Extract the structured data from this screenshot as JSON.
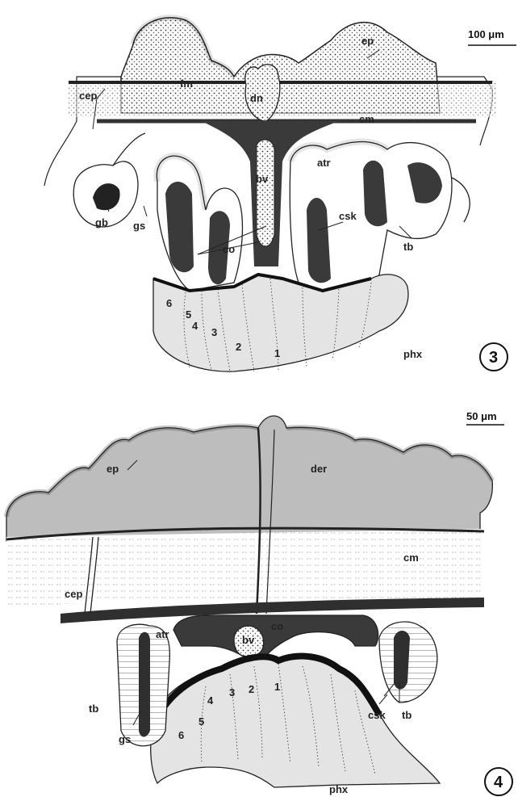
{
  "figure3": {
    "number": "3",
    "scale_bar": "100 μm",
    "labels": {
      "ep": "ep",
      "fm": "fm",
      "dn": "dn",
      "cep": "cep",
      "cm": "cm",
      "bv": "bv",
      "atr": "atr",
      "gb": "gb",
      "gs": "gs",
      "co": "co",
      "csk": "csk",
      "tb": "tb",
      "phx": "phx"
    },
    "zones": [
      "6",
      "5",
      "4",
      "3",
      "2",
      "1"
    ]
  },
  "figure4": {
    "number": "4",
    "scale_bar": "50 μm",
    "labels": {
      "ep": "ep",
      "der": "der",
      "cep": "cep",
      "cm": "cm",
      "atr": "atr",
      "bv": "bv",
      "co": "co",
      "tb_left": "tb",
      "tb_right": "tb",
      "gs": "gs",
      "csk": "csk",
      "phx": "phx"
    },
    "zones": [
      "1",
      "2",
      "3",
      "4",
      "5",
      "6"
    ]
  },
  "colors": {
    "ink": "#222222",
    "dark_fill": "#3a3a3a",
    "light_fill": "#e4e4e4",
    "mid_fill": "#bdbdbd",
    "stipple": "#f2f2f2"
  }
}
